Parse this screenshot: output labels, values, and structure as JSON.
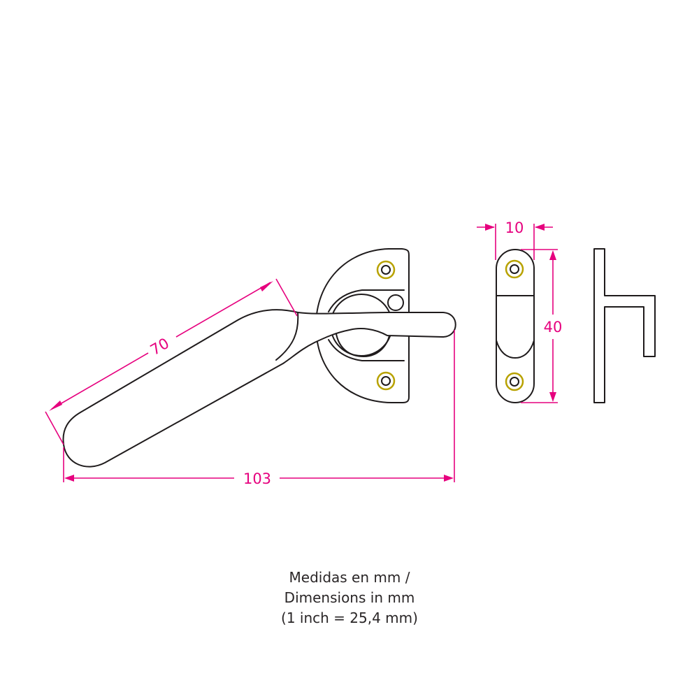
{
  "dimensions": {
    "handle_length": "70",
    "overall_length": "103",
    "strike_width": "10",
    "strike_height": "40"
  },
  "caption": {
    "line1": "Medidas en mm /",
    "line2": "Dimensions in mm",
    "line3": "(1 inch = 25,4 mm)"
  },
  "colors": {
    "outline": "#1f1b1c",
    "dimension": "#e6007e",
    "screw_ring": "#b8a200"
  }
}
